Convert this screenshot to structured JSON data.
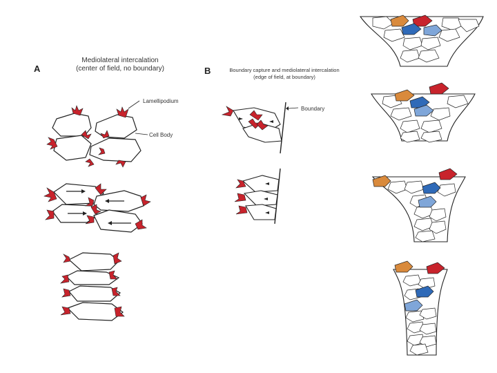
{
  "panel_a": {
    "letter": "A",
    "title_line1": "Mediolateral intercalation",
    "title_line2": "(center of field, no boundary)",
    "label_lamellipodium": "Lamellipodium",
    "label_cell_body": "Cell Body"
  },
  "panel_b": {
    "letter": "B",
    "title_line1": "Boundary capture and mediolateral intercalation",
    "title_line2": "(edge of field, at boundary)",
    "label_boundary": "Boundary"
  },
  "colors": {
    "lamellipodium_red": "#c8232c",
    "orange_cell": "#d98a3c",
    "blue_dark": "#2f6ab8",
    "blue_light": "#7fa6d9",
    "outline": "#222222"
  }
}
